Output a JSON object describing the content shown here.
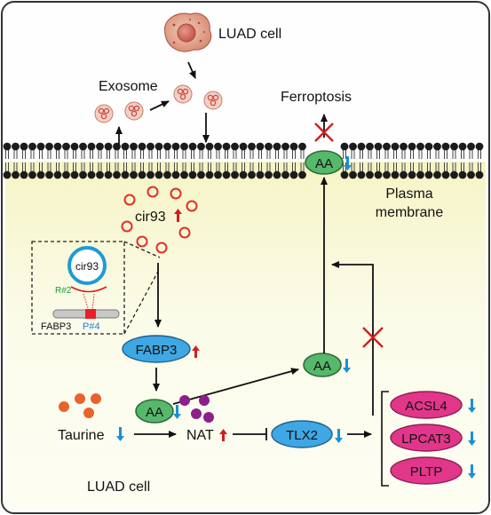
{
  "labels": {
    "luad_cell_top": "LUAD cell",
    "exosome": "Exosome",
    "ferroptosis": "Ferroptosis",
    "plasma_membrane_line1": "Plasma",
    "plasma_membrane_line2": "membrane",
    "cir93_cluster": "cir93",
    "inset_cir93": "cir93",
    "inset_r2": "R#2",
    "inset_fabp3": "FABP3",
    "inset_p4": "P#4",
    "fabp3": "FABP3",
    "aa_membrane": "AA",
    "aa_middle": "AA",
    "aa_lower": "AA",
    "taurine": "Taurine",
    "nat": "NAT",
    "tlx2": "TLX2",
    "acsl4": "ACSL4",
    "lpcat3": "LPCAT3",
    "pltp": "PLTP",
    "luad_cell_bottom": "LUAD cell"
  },
  "regulation": {
    "cir93": "up",
    "fabp3": "up",
    "nat": "up",
    "taurine": "down",
    "aa_membrane": "down",
    "aa_middle": "down",
    "aa_lower": "down",
    "tlx2": "down",
    "acsl4": "down",
    "lpcat3": "down",
    "pltp": "down"
  },
  "colors": {
    "cytoplasm_top": "#fbfbe6",
    "cytoplasm_bottom": "#f1f2a6",
    "aa_fill": "#56b86a",
    "fabp3_fill": "#3fa7e3",
    "tlx2_fill": "#3fa7e3",
    "pink_fill": "#e2368a",
    "cir_red": "#e0302a",
    "up_arrow": "#d01f1f",
    "down_arrow": "#1a8fd6",
    "taurine": "#e8622c",
    "nat": "#8d1f8a"
  }
}
